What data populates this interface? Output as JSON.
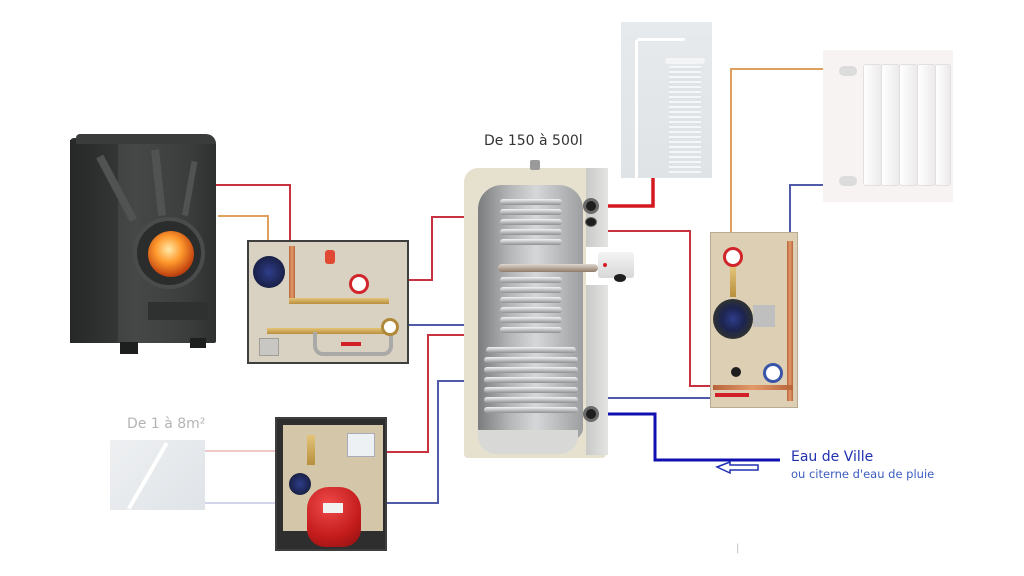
{
  "diagram": {
    "title": "Schéma d'installation ballon tampon / chauffe-eau",
    "labels": {
      "tank_capacity": "De 150 à 500l",
      "solar_area": "De 1 à 8m²",
      "water_inlet_main": "Eau de Ville",
      "water_inlet_sub": "ou citerne d'eau de pluie"
    },
    "components": [
      {
        "id": "stove",
        "name": "Poêle bouilleur à bois"
      },
      {
        "id": "stove-hydraulic-kit",
        "name": "Kit hydraulique poêle"
      },
      {
        "id": "solar-panel",
        "name": "Capteur solaire"
      },
      {
        "id": "solar-station",
        "name": "Station solaire avec vase d'expansion"
      },
      {
        "id": "storage-tank",
        "name": "Ballon de stockage"
      },
      {
        "id": "electric-heater",
        "name": "Résistance électrique"
      },
      {
        "id": "shower",
        "name": "Douche"
      },
      {
        "id": "radiator",
        "name": "Radiateur"
      },
      {
        "id": "heating-circuit-kit",
        "name": "Kit circuit chauffage"
      }
    ],
    "colors": {
      "hot_line": "#c8313f",
      "cold_line": "#4f5aa8",
      "orange_line": "#e0a060",
      "inlet_line": "#1010b0",
      "label_blue": "#2030b0",
      "label_gray": "#b4b4b4",
      "label_dark": "#333333"
    },
    "misc_mark": "|"
  }
}
